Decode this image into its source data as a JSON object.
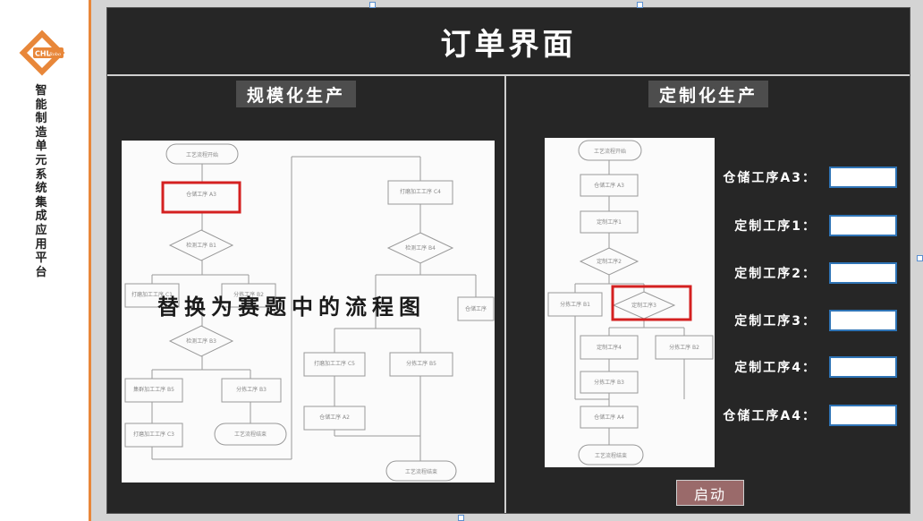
{
  "sidebar": {
    "logo_text": "CHL",
    "logo_sub": "Robo",
    "title": "智能制造单元系统集成应用平台"
  },
  "main": {
    "title": "订单界面",
    "left_section": {
      "label": "规模化生产",
      "overlay": "替换为赛题中的流程图",
      "flow": {
        "start": "工艺流程开始",
        "n1": "仓储工序\nA3",
        "d1": "检测工序\nB1",
        "n2": "打磨加工工序\nC1",
        "n3": "分拣工序\nB2",
        "d2": "检测工序\nB3",
        "n4": "集群加工工序\nB5",
        "n5": "分拣工序\nB3",
        "n6": "打磨加工工序\nC3",
        "end1": "工艺流程结束",
        "n7": "打磨加工工序\nC4",
        "d3": "检测工序\nB4",
        "n8": "打磨加工工序\nC5",
        "n9": "分拣工序\nB5",
        "n10": "仓储工序\nA2",
        "n11": "仓储工序",
        "end2": "工艺流程结束"
      }
    },
    "right_section": {
      "label": "定制化生产",
      "flow": {
        "start": "工艺流程开始",
        "n1": "仓储工序\nA3",
        "n2": "定制工序1",
        "d1": "定制工序2",
        "d2": "定制工序3",
        "n3": "分拣工序\nB1",
        "n4": "定制工序4",
        "n5": "分拣工序\nB2",
        "n6": "分拣工序\nB3",
        "n7": "仓储工序\nA4",
        "end": "工艺流程结束"
      },
      "fields": [
        {
          "label": "仓储工序A3：",
          "value": ""
        },
        {
          "label": "定制工序1：",
          "value": ""
        },
        {
          "label": "定制工序2：",
          "value": ""
        },
        {
          "label": "定制工序3：",
          "value": ""
        },
        {
          "label": "定制工序4：",
          "value": ""
        },
        {
          "label": "仓储工序A4：",
          "value": ""
        }
      ],
      "start_button": "启动"
    }
  },
  "colors": {
    "accent": "#e8873a",
    "panel": "#262626",
    "highlight": "#d42020",
    "input_border": "#2f74b6"
  }
}
